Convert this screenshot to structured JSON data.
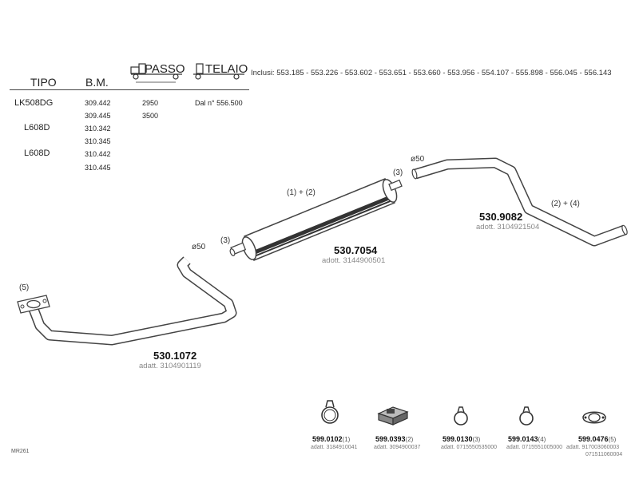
{
  "table": {
    "col_tipo": "TIPO",
    "col_bm": "B.M.",
    "passo_label": "PASSO",
    "telaio_label": "TELAIO",
    "rows": [
      {
        "tipo": "LK508DG",
        "bm": "309.442",
        "passo": "2950",
        "telaio": "Dal n° 556.500"
      },
      {
        "tipo": "",
        "bm": "309.445",
        "passo": "3500",
        "telaio": ""
      },
      {
        "tipo": "L608D",
        "bm": "310.342",
        "passo": "",
        "telaio": ""
      },
      {
        "tipo": "",
        "bm": "310.345",
        "passo": "",
        "telaio": ""
      },
      {
        "tipo": "L608D",
        "bm": "310.442",
        "passo": "",
        "telaio": ""
      },
      {
        "tipo": "",
        "bm": "310.445",
        "passo": "",
        "telaio": ""
      }
    ]
  },
  "inclusi": "Inclusi: 553.185 - 553.226 - 553.602 - 553.651 - 553.660 - 553.956 - 554.107 - 555.898 - 556.045 - 556.143",
  "parts": {
    "front_pipe": {
      "code": "530.1072",
      "ref": "adatt. 3104901119",
      "dia": "ø50",
      "callout": "(5)"
    },
    "muffler": {
      "code": "530.7054",
      "ref": "adott. 3144900501",
      "callout_top": "(1) + (2)",
      "callout_left": "(3)"
    },
    "tail_pipe": {
      "code": "530.9082",
      "ref": "adott. 3104921504",
      "dia": "ø50",
      "callout_left": "(3)",
      "callout_right": "(2) + (4)"
    }
  },
  "accessories": [
    {
      "code": "599.0102",
      "suffix": "(1)",
      "ref1": "adatt. 3184910041",
      "ref2": "",
      "icon": "clamp-icon"
    },
    {
      "code": "599.0393",
      "suffix": "(2)",
      "ref1": "adatt. 3094900037",
      "ref2": "",
      "icon": "rubber-mount-icon"
    },
    {
      "code": "599.0130",
      "suffix": "(3)",
      "ref1": "adatt. 0715550535000",
      "ref2": "",
      "icon": "clamp-icon"
    },
    {
      "code": "599.0143",
      "suffix": "(4)",
      "ref1": "adatt. 0715551005000",
      "ref2": "",
      "icon": "clamp-icon"
    },
    {
      "code": "599.0476",
      "suffix": "(5)",
      "ref1": "adatt. 917003060003",
      "ref2": "071511060004",
      "icon": "gasket-icon"
    }
  ],
  "footer_code": "MR261"
}
